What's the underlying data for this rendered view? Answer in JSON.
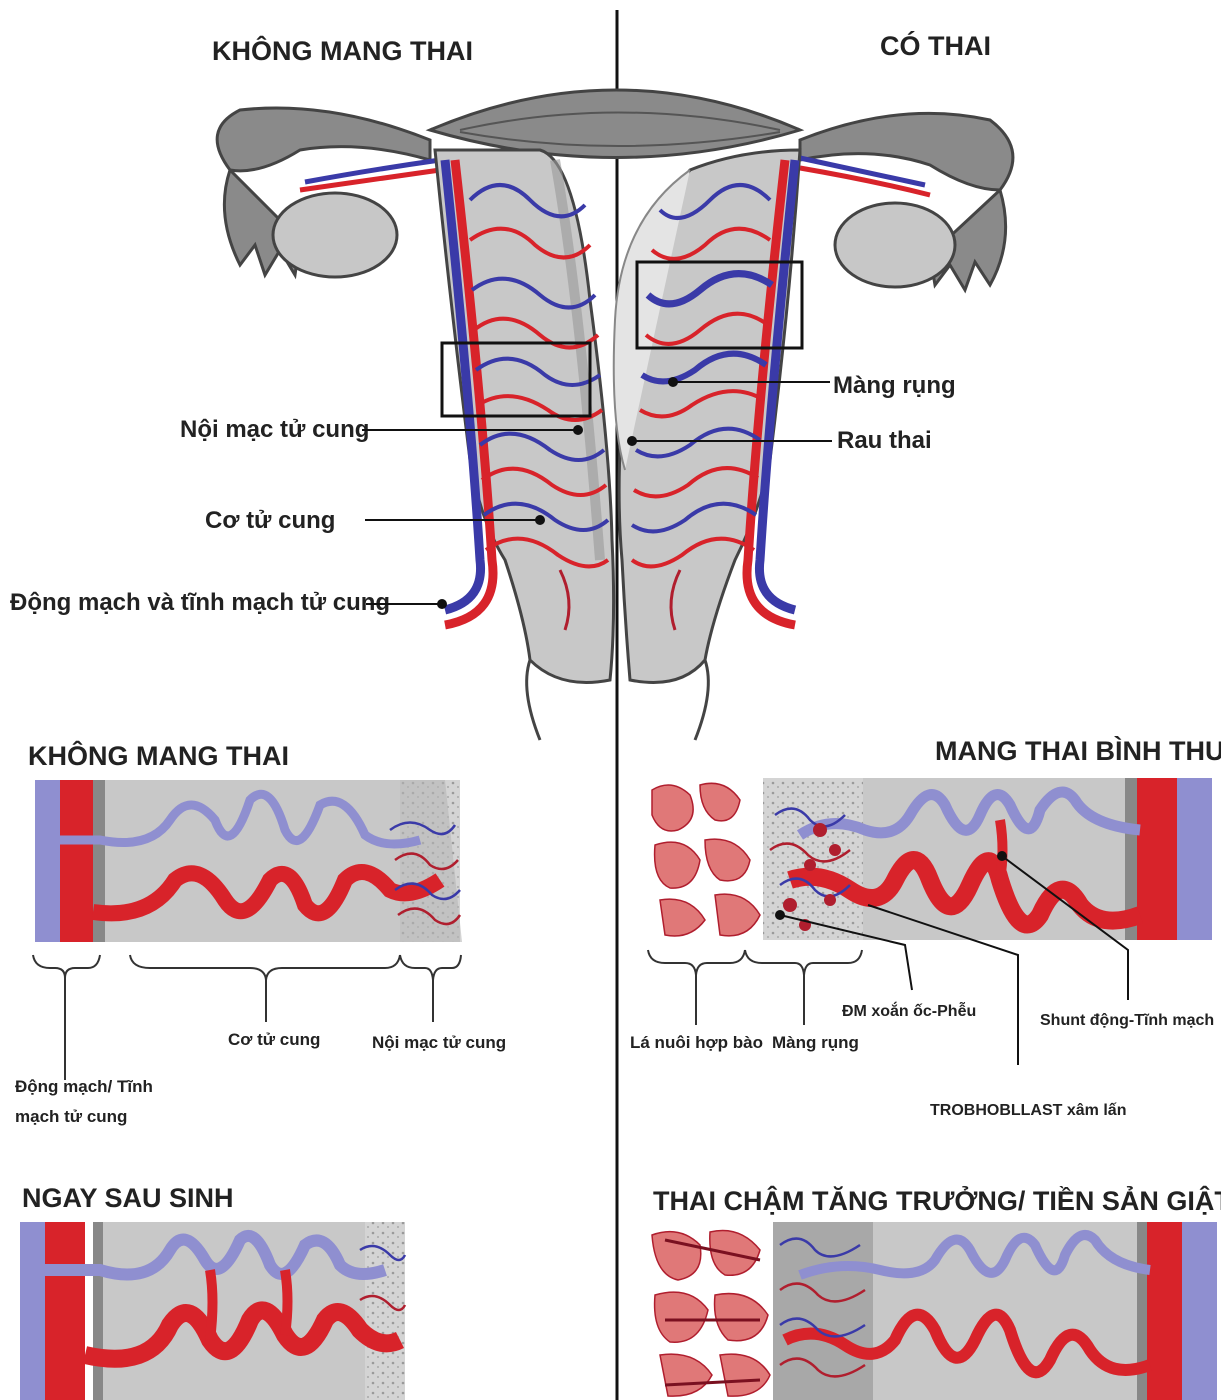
{
  "titles": {
    "left_top": "KHÔNG MANG THAI",
    "right_top": "CÓ THAI",
    "left_mid": "KHÔNG MANG THAI",
    "right_mid": "MANG THAI BÌNH THƯỜNG",
    "left_bottom": "NGAY SAU SINH",
    "right_bottom": "THAI CHẬM TĂNG TRƯỞNG/ TIỀN SẢN GIẬT NẶNG"
  },
  "uterus_labels": {
    "endometrium": "Nội mạc tử cung",
    "myometrium": "Cơ tử cung",
    "vessels": "Động mạch và tĩnh mạch tử cung",
    "decidua": "Màng rụng",
    "placenta": "Rau thai"
  },
  "nonpregnant_detail": {
    "artery_vein_line1": "Động mạch/ Tĩnh",
    "artery_vein_line2": "mạch tử cung",
    "myometrium": "Cơ tử cung",
    "endometrium": "Nội  mạc tử cung"
  },
  "pregnant_detail": {
    "syncytio": "Lá nuôi hợp bào",
    "decidua": "Màng rụng",
    "spiral": "ĐM xoắn ốc-Phễu",
    "shunt": "Shunt động-Tĩnh mạch",
    "troph": "TROBHOBLLAST xâm lấn"
  },
  "colors": {
    "artery": "#d8232a",
    "vein": "#3a3aa8",
    "vein_light": "#8f8fd0",
    "tissue": "#c8c8c8",
    "outline": "#555555",
    "placenta_pink": "#e07878",
    "placenta_dark": "#b01e2e"
  }
}
